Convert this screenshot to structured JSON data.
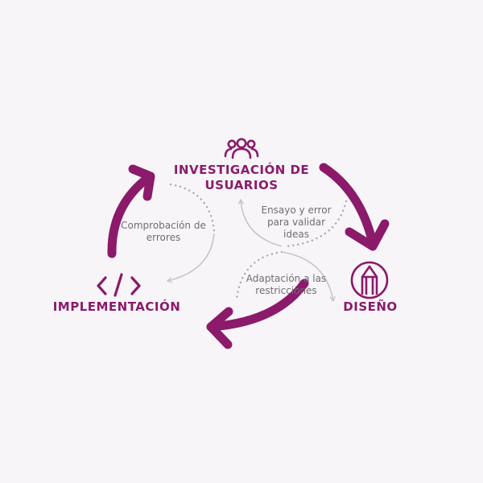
{
  "colors": {
    "accent": "#8b1a6b",
    "note": "#6e6e72",
    "thin_arrow": "#c9c2cd",
    "background": "#f8f5f9"
  },
  "nodes": {
    "research": {
      "title": "INVESTIGACIÓN DE USUARIOS",
      "icon": "users-icon"
    },
    "design": {
      "title": "DISEÑO",
      "icon": "pencil-circle-icon"
    },
    "implementation": {
      "title": "IMPLEMENTACIÓN",
      "icon": "code-icon"
    }
  },
  "notes": {
    "error_check": "Comprobación de errores",
    "trial_error": "Ensayo y error para validar ideas",
    "adaptation": "Adaptación a las restricciones"
  }
}
